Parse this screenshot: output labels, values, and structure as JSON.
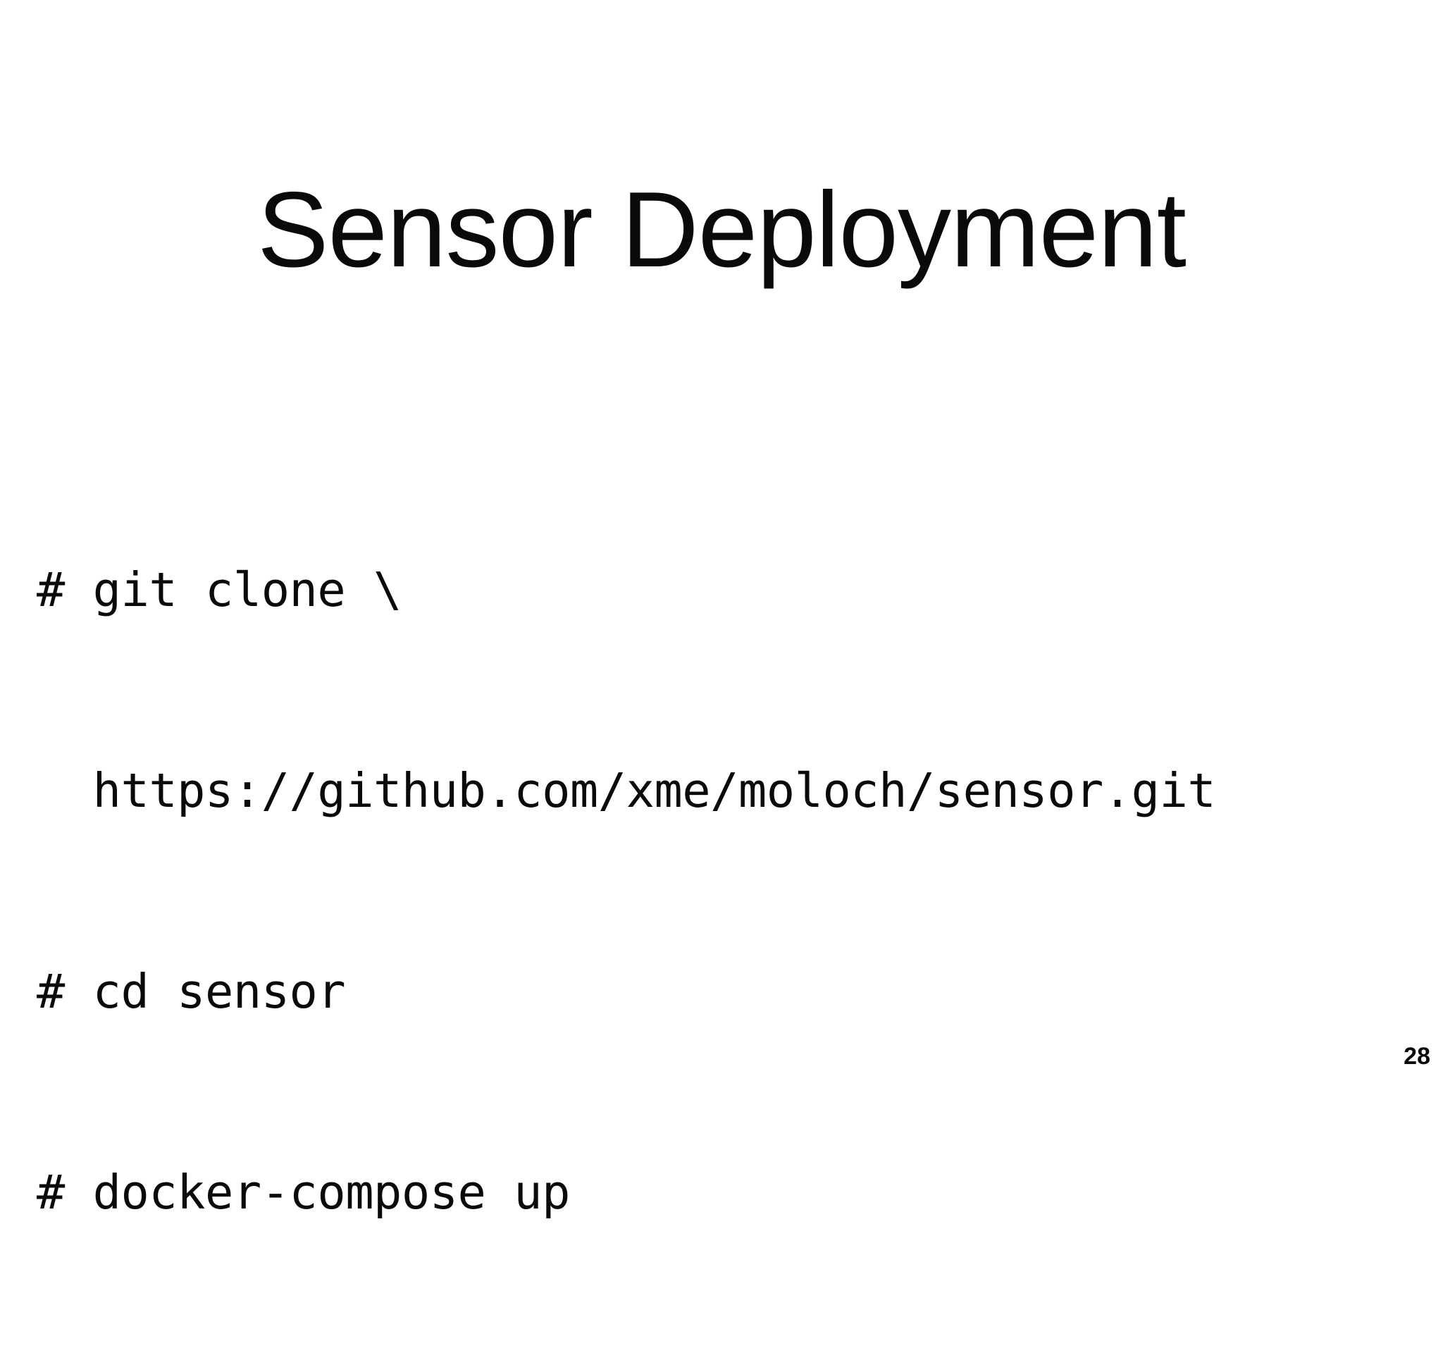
{
  "slide": {
    "title": "Sensor Deployment",
    "background_color": "#ffffff",
    "text_color": "#0a0a0a",
    "page_number": "28"
  },
  "code_block": {
    "lines": [
      "# git clone \\",
      "  https://github.com/xme/moloch/sensor.git",
      "# cd sensor",
      "# docker-compose up"
    ],
    "line_1": "# git clone \\",
    "line_2": "  https://github.com/xme/moloch/sensor.git",
    "line_3": "# cd sensor",
    "line_4": "# docker-compose up"
  }
}
